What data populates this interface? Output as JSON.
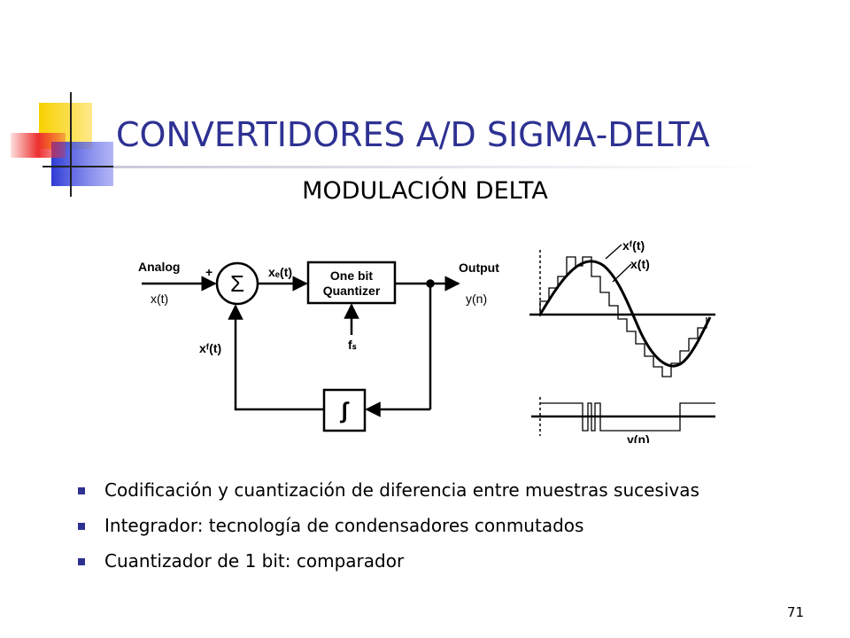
{
  "slide": {
    "title": "CONVERTIDORES A/D SIGMA-DELTA",
    "subtitle": "MODULACIÓN DELTA",
    "page_number": "71"
  },
  "colors": {
    "title": "#2e3192",
    "logo_yellow": "#f7d100",
    "logo_blue": "#2e3bd6",
    "logo_red": "#ee3030",
    "bullet": "#2e3192"
  },
  "diagram": {
    "input_label": "Analog",
    "input_signal": "x(t)",
    "plus_sign": "+",
    "sum_symbol": "Σ",
    "error_signal": "xₑ(t)",
    "quantizer_line1": "One bit",
    "quantizer_line2": "Quantizer",
    "sample_freq": "fₛ",
    "output_label": "Output",
    "output_signal": "y(n)",
    "feedback_signal": "xᶠ(t)",
    "integrator_symbol": "∫",
    "wave_label_feedback": "xᶠ(t)",
    "wave_label_input": "x(t)",
    "wave_label_output": "y(n)"
  },
  "bullets": [
    "Codificación y cuantización de diferencia entre muestras sucesivas",
    "Integrador: tecnología de condensadores conmutados",
    "Cuantizador de 1 bit: comparador"
  ]
}
